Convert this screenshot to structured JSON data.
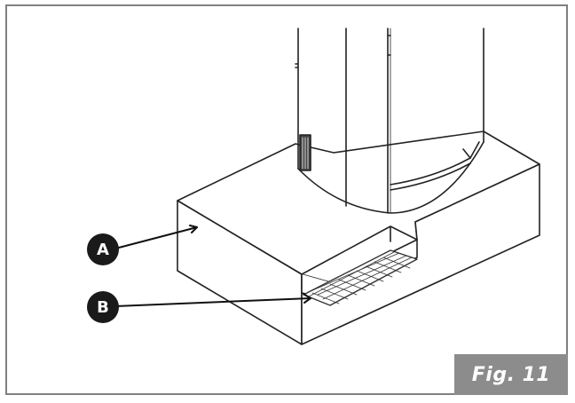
{
  "figure": {
    "caption": "Fig. 11",
    "callouts": [
      {
        "id": "a",
        "label": "A"
      },
      {
        "id": "b",
        "label": "B"
      }
    ]
  },
  "colors": {
    "frame": "#808080",
    "caption_bg": "#8c8c8c",
    "callout_bg": "#1a1a1a",
    "line": "#222222"
  }
}
